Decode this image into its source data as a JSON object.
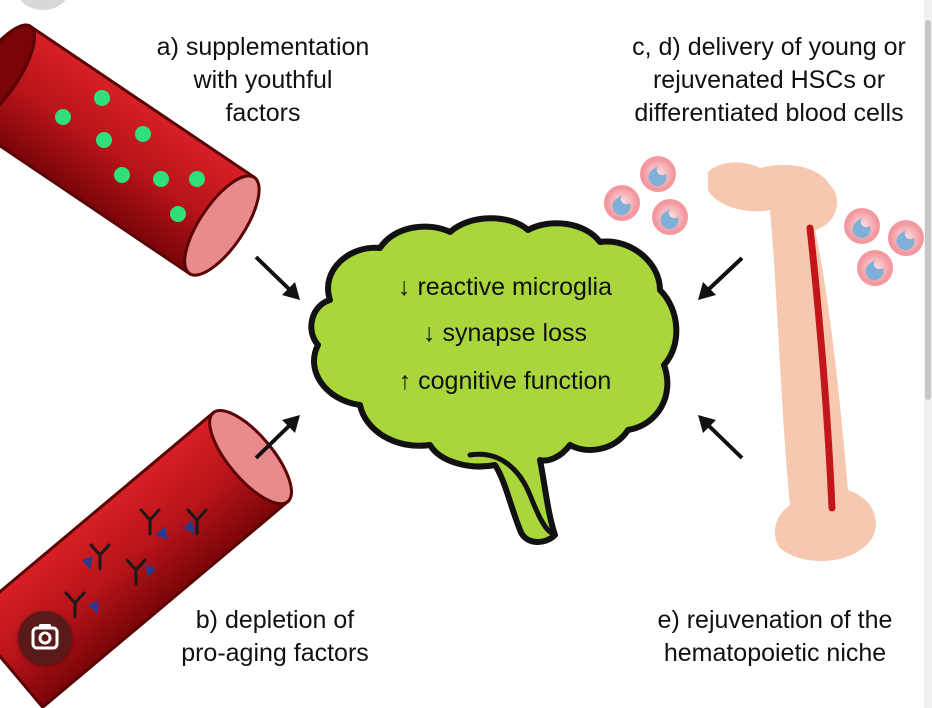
{
  "labels": {
    "a": [
      "a) supplementation",
      "with youthful",
      "factors"
    ],
    "cd": [
      "c, d) delivery of young or",
      "rejuvenated HSCs or",
      "differentiated blood cells"
    ],
    "b": [
      "b) depletion of",
      "pro-aging factors"
    ],
    "e": [
      "e) rejuvenation of the",
      "hematopoietic niche"
    ]
  },
  "brain": {
    "effects": [
      "↓ reactive microglia",
      "↓ synapse loss",
      "↑ cognitive function"
    ]
  },
  "colors": {
    "vessel_dark": "#8a0a0e",
    "vessel_mid": "#c21b1f",
    "vessel_end": "#e98a8c",
    "youthful_factor": "#2fe07a",
    "antibody": "#1a1a1a",
    "pro_aging_factor": "#2a3a8a",
    "brain_fill": "#a9d63a",
    "brain_outline": "#111111",
    "bone": "#f7c8b0",
    "marrow": "#c3161a",
    "cell_outer": "#f5a0a5",
    "cell_nucleus": "#7fb0d8"
  },
  "icons": {
    "lens": "camera-lens-icon"
  }
}
